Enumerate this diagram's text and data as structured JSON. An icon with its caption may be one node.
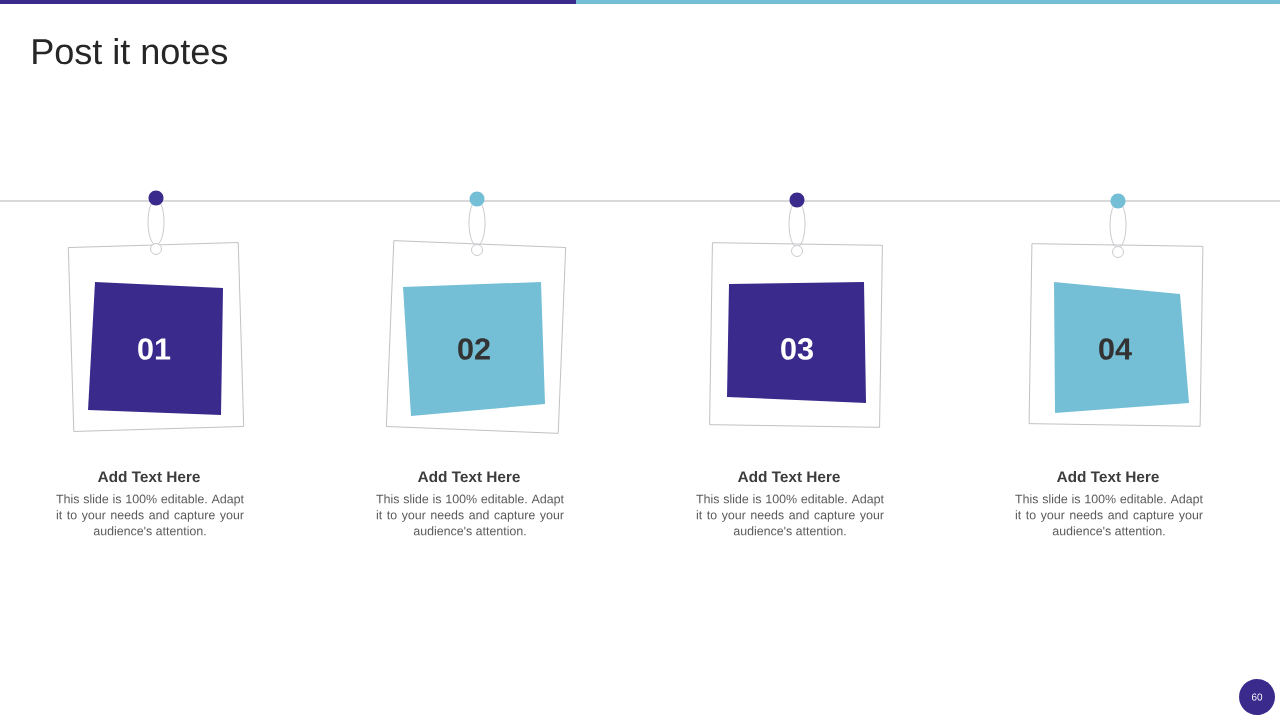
{
  "diagram": {
    "title": "Post it notes",
    "nodes": [
      {
        "text": [],
        "shape": "box",
        "beside": [
          "Add Text Here",
          "This slide is 100% editable. Adapt it to your needs and capture your audience's attention."
        ]
      },
      {
        "text": [
          "01"
        ],
        "in": 0
      },
      {
        "text": [],
        "shape": "box",
        "beside": [
          "Add Text Here",
          "This slide is 100% editable. Adapt it to your needs and capture your audience's attention."
        ]
      },
      {
        "text": [
          "02"
        ],
        "in": 2
      },
      {
        "text": [],
        "shape": "box",
        "beside": [
          "Add Text Here",
          "This slide is 100% editable. Adapt it to your needs and capture your audience's attention."
        ]
      },
      {
        "text": [
          "03"
        ],
        "in": 4
      },
      {
        "text": [],
        "shape": "box",
        "beside": [
          "Add Text Here",
          "This slide is 100% editable. Adapt it to your needs and capture your audience's attention."
        ]
      },
      {
        "text": [
          "04"
        ],
        "in": 6
      },
      {
        "text": [
          "60"
        ]
      }
    ]
  }
}
